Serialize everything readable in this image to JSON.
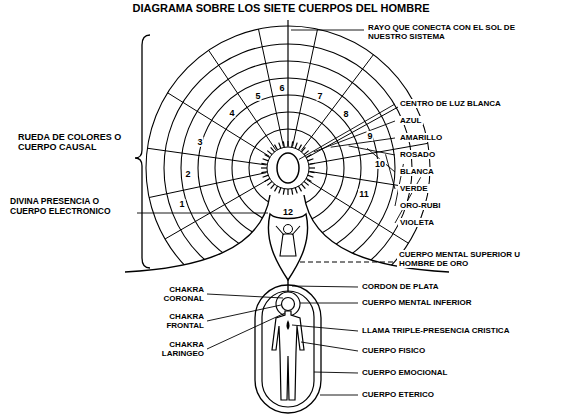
{
  "diagram": {
    "title": "DIAGRAMA SOBRE LOS SIETE CUERPOS DEL HOMBRE",
    "labels": [
      "RAYO QUE CONECTA CON EL SOL DE NUESTRO SISTEMA",
      "RUEDA DE COLORES O CUERPO CAUSAL",
      "CENTRO DE LUZ BLANCA",
      "AZUL",
      "AMARILLO",
      "ROSADO",
      "BLANCA",
      "VERDE",
      "ORO-RUBI",
      "VIOLETA",
      "DIVINA PRESENCIA O CUERPO ELECTRONICO",
      "CUERPO MENTAL SUPERIOR U HOMBRE DE ORO",
      "CORDON DE PLATA",
      "CHAKRA CORONAL",
      "CUERPO MENTAL INFERIOR",
      "CHAKRA FRONTAL",
      "LLAMA TRIPLE-PRESENCIA CRISTICA",
      "CHAKRA LARINGEO",
      "CUERPO FISICO",
      "CUERPO EMOCIONAL",
      "CUERPO ETERICO",
      "1",
      "2",
      "3",
      "4",
      "5",
      "6",
      "7",
      "8",
      "9",
      "10",
      "11",
      "12"
    ]
  }
}
